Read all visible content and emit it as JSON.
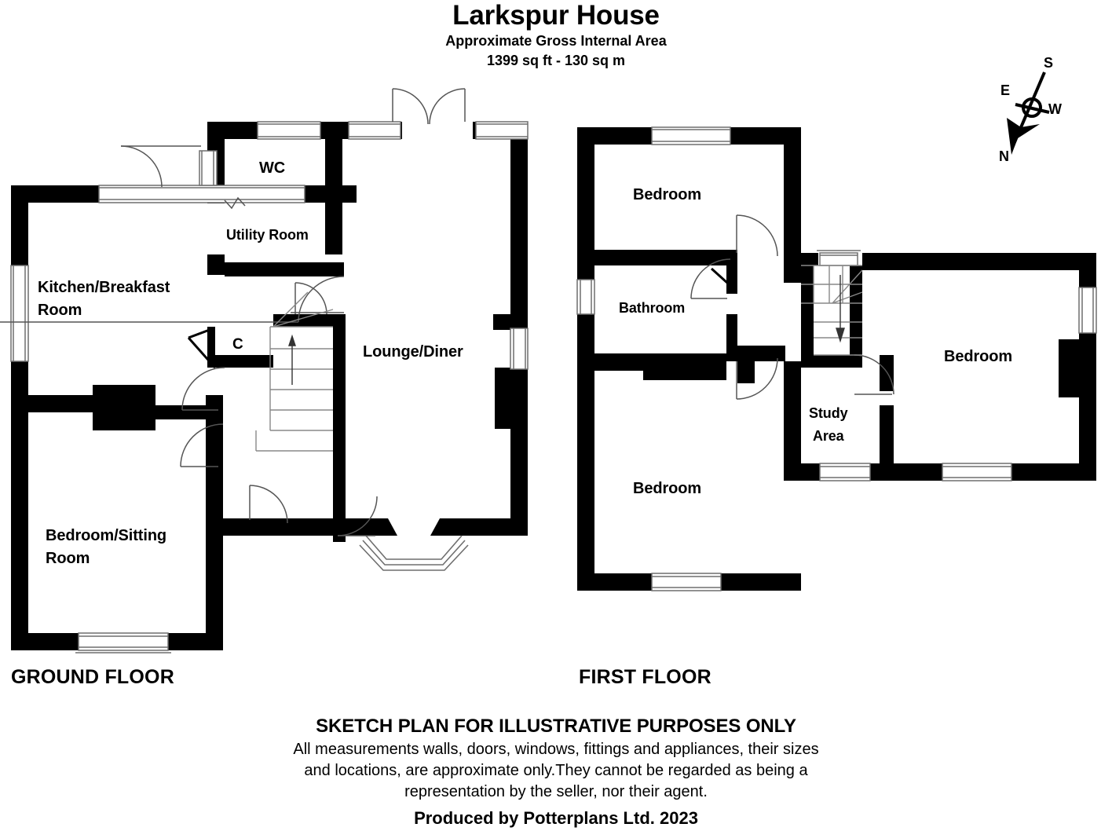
{
  "header": {
    "title": "Larkspur House",
    "subtitle_line1": "Approximate Gross Internal Area",
    "subtitle_line2": "1399 sq ft - 130 sq m"
  },
  "compass": {
    "north_label": "N",
    "south_label": "S",
    "east_label": "E",
    "west_label": "W"
  },
  "floors": [
    {
      "id": "ground",
      "label": "GROUND FLOOR",
      "rooms": [
        {
          "id": "kitchen",
          "label": "Kitchen/Breakfast\nRoom"
        },
        {
          "id": "wc",
          "label": "WC"
        },
        {
          "id": "utility",
          "label": "Utility Room"
        },
        {
          "id": "cupboard",
          "label": "C"
        },
        {
          "id": "lounge",
          "label": "Lounge/Diner"
        },
        {
          "id": "bedroom_sitting",
          "label": "Bedroom/Sitting\nRoom"
        }
      ]
    },
    {
      "id": "first",
      "label": "FIRST FLOOR",
      "rooms": [
        {
          "id": "bedroom_top",
          "label": "Bedroom"
        },
        {
          "id": "bathroom",
          "label": "Bathroom"
        },
        {
          "id": "bedroom_bottom",
          "label": "Bedroom"
        },
        {
          "id": "study",
          "label": "Study\nArea"
        },
        {
          "id": "bedroom_right",
          "label": "Bedroom"
        }
      ]
    }
  ],
  "footer": {
    "heading": "SKETCH PLAN FOR ILLUSTRATIVE PURPOSES ONLY",
    "body_line1": "All measurements walls, doors, windows, fittings and appliances, their sizes",
    "body_line2": "and locations, are approximate only.They cannot be regarded as being a",
    "body_line3": "representation by the seller, nor their agent.",
    "producer": "Produced by Potterplans Ltd. 2023"
  },
  "colors": {
    "wall": "#000000",
    "background": "#ffffff",
    "window_line": "#6e6e6e",
    "door_swing": "#555555",
    "stair_line": "#888888"
  }
}
